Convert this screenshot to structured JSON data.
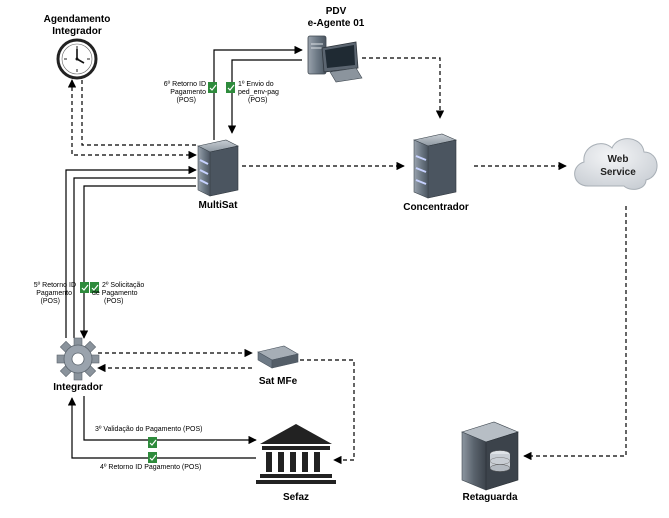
{
  "nodes": {
    "agendamento": {
      "line1": "Agendamento",
      "line2": "Integrador"
    },
    "pdv": {
      "line1": "PDV",
      "line2": "e-Agente 01"
    },
    "multisat": {
      "label": "MultiSat"
    },
    "concentrador": {
      "label": "Concentrador"
    },
    "webservice": {
      "line1": "Web",
      "line2": "Service"
    },
    "integrador": {
      "label": "Integrador"
    },
    "satmfe": {
      "label": "Sat MFe"
    },
    "sefaz": {
      "label": "Sefaz"
    },
    "retaguarda": {
      "label": "Retaguarda"
    }
  },
  "steps": {
    "s1": {
      "line1": "1º Envio do",
      "line2": "ped_env-pag",
      "line3": "(POS)"
    },
    "s2": {
      "line1": "2º Solicitação",
      "line2": "de Pagamento",
      "line3": "(POS)"
    },
    "s3": {
      "label": "3º Validação do Pagamento (POS)"
    },
    "s4": {
      "label": "4º Retorno ID Pagamento (POS)"
    },
    "s5": {
      "line1": "5º Retorno ID",
      "line2": "Pagamento",
      "line3": "(POS)"
    },
    "s6": {
      "line1": "6º Retorno ID",
      "line2": "Pagamento",
      "line3": "(POS)"
    }
  },
  "colors": {
    "doc_icon": "#2e8b3c",
    "server_body": "#6e7a86",
    "cloud": "#d9dde2",
    "clock_ring": "#222222"
  }
}
